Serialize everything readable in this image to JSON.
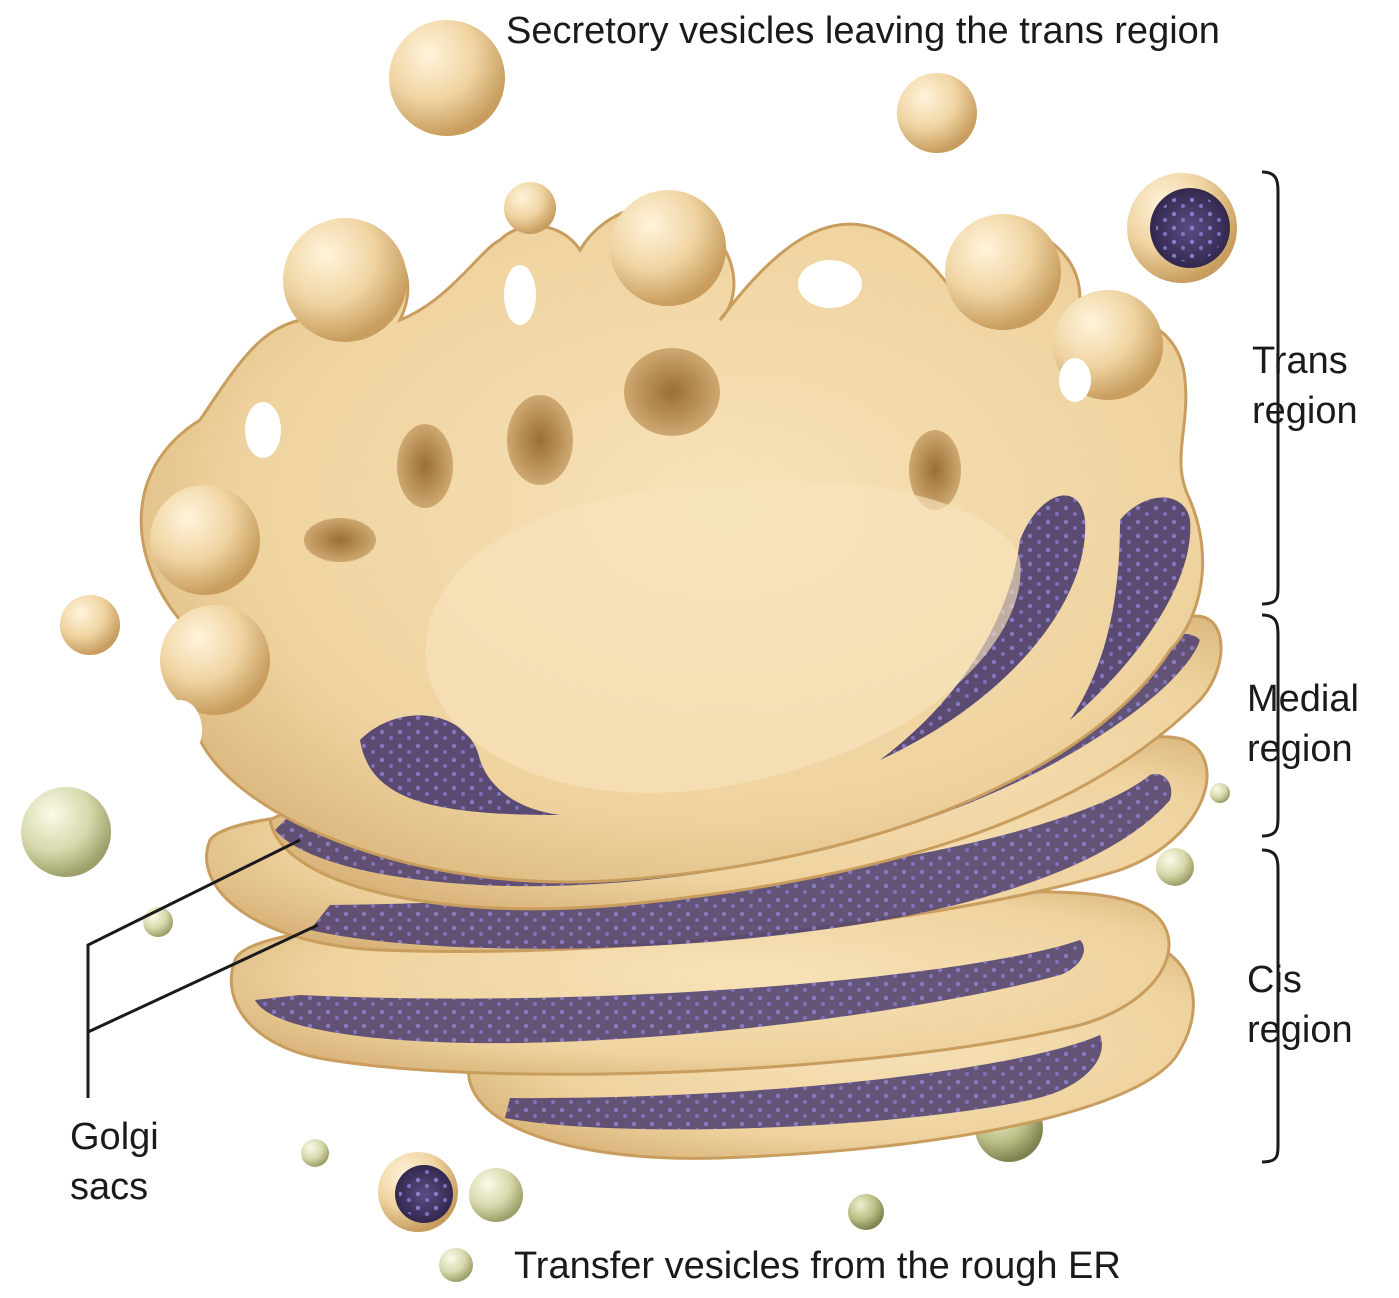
{
  "labels": {
    "secretory": "Secretory vesicles leaving the trans region",
    "transfer": "Transfer vesicles from the rough ER",
    "golgi_line1": "Golgi",
    "golgi_line2": "sacs",
    "trans_line1": "Trans",
    "trans_line2": "region",
    "medial_line1": "Medial",
    "medial_line2": "region",
    "cis_line1": "Cis",
    "cis_line2": "region"
  },
  "colors": {
    "membrane": "#f0d5a3",
    "membrane_shadow": "#c89d5e",
    "lumen": "#4a3c6e",
    "cargo_dots": "#8f7fd6",
    "transfer_vesicle": "#cfd3a2",
    "line": "#1a1a1a"
  }
}
